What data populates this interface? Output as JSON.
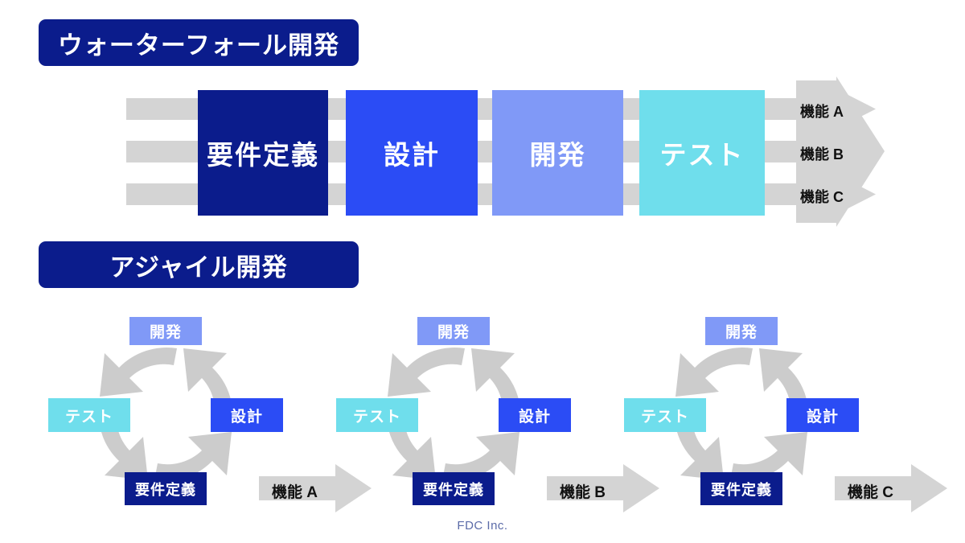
{
  "page": {
    "footer": "FDC Inc.",
    "background": "#ffffff"
  },
  "colors": {
    "navy": "#0b1c8c",
    "blue": "#2b4cf5",
    "periwinkle": "#8099f7",
    "cyan": "#6fdeec",
    "gray": "#d4d4d4",
    "text_dark": "#111111",
    "footer_text": "#5b6ba8"
  },
  "waterfall": {
    "title": "ウォーターフォール開発",
    "phases": [
      {
        "label": "要件定義",
        "color": "#0b1c8c"
      },
      {
        "label": "設計",
        "color": "#2b4cf5"
      },
      {
        "label": "開発",
        "color": "#8099f7"
      },
      {
        "label": "テスト",
        "color": "#6fdeec"
      }
    ],
    "outputs": [
      {
        "label": "機能 A"
      },
      {
        "label": "機能 B"
      },
      {
        "label": "機能 C"
      }
    ]
  },
  "agile": {
    "title": "アジャイル開発",
    "cycle_nodes": [
      {
        "label": "開発",
        "color": "#8099f7",
        "position": "top"
      },
      {
        "label": "設計",
        "color": "#2b4cf5",
        "position": "right"
      },
      {
        "label": "テスト",
        "color": "#6fdeec",
        "position": "left"
      },
      {
        "label": "要件定義",
        "color": "#0b1c8c",
        "position": "bottom"
      }
    ],
    "cycle_order": [
      "要件定義",
      "設計",
      "開発",
      "テスト"
    ],
    "iterations": [
      {
        "output": "機能 A"
      },
      {
        "output": "機能 B"
      },
      {
        "output": "機能 C"
      }
    ]
  }
}
